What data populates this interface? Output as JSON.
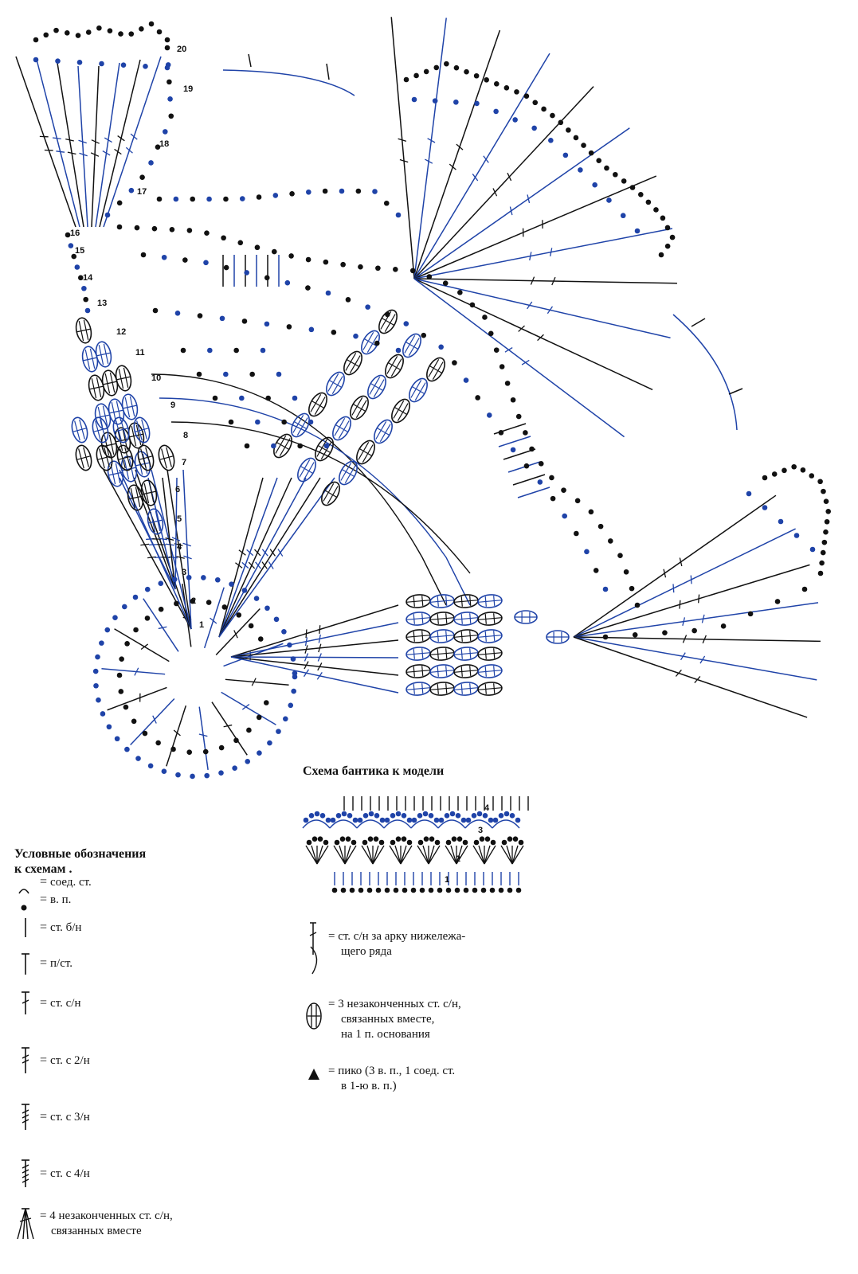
{
  "colors": {
    "black": "#111111",
    "blue": "#1f43a8",
    "ink": "#222222"
  },
  "diagram": {
    "row_numbers": [
      "1",
      "2",
      "3",
      "4",
      "5",
      "6",
      "7",
      "8",
      "9",
      "10",
      "11",
      "12",
      "13",
      "14",
      "15",
      "16",
      "17",
      "18",
      "19",
      "20"
    ],
    "bow_row_numbers": [
      "1",
      "2",
      "3",
      "4"
    ]
  },
  "bow": {
    "title": "Схема бантика к модели"
  },
  "legend": {
    "title_line1": "Условные обозначения",
    "title_line2": "к схемам .",
    "items": [
      {
        "icon": "slip-stitch-icon",
        "label": "соед. ст."
      },
      {
        "icon": "chain-stitch-icon",
        "label": "в. п."
      },
      {
        "icon": "single-crochet-icon",
        "label": "ст. б/н"
      },
      {
        "icon": "half-double-crochet-icon",
        "label": "п/ст."
      },
      {
        "icon": "double-crochet-icon",
        "label": "ст. с/н"
      },
      {
        "icon": "treble-crochet-icon",
        "label": "ст. с 2/н"
      },
      {
        "icon": "double-treble-crochet-icon",
        "label": "ст. с 3/н"
      },
      {
        "icon": "triple-treble-crochet-icon",
        "label": "ст. с 4/н"
      },
      {
        "icon": "four-dc-cluster-icon",
        "label": "= 4 незаконченных ст. с/н,",
        "label2": "связанных вместе"
      }
    ],
    "right_items": [
      {
        "icon": "dc-around-arch-icon",
        "line1": "= ст. с/н за арку нижележа-",
        "line2": "щего ряда"
      },
      {
        "icon": "three-dc-cluster-icon",
        "line1": "= 3 незаконченных ст. с/н,",
        "line2": "связанных вместе,",
        "line3": "на 1 п. основания"
      },
      {
        "icon": "picot-icon",
        "line1": "= пико (3 в. п., 1 соед. ст.",
        "line2": "в 1-ю в. п.)"
      }
    ]
  }
}
